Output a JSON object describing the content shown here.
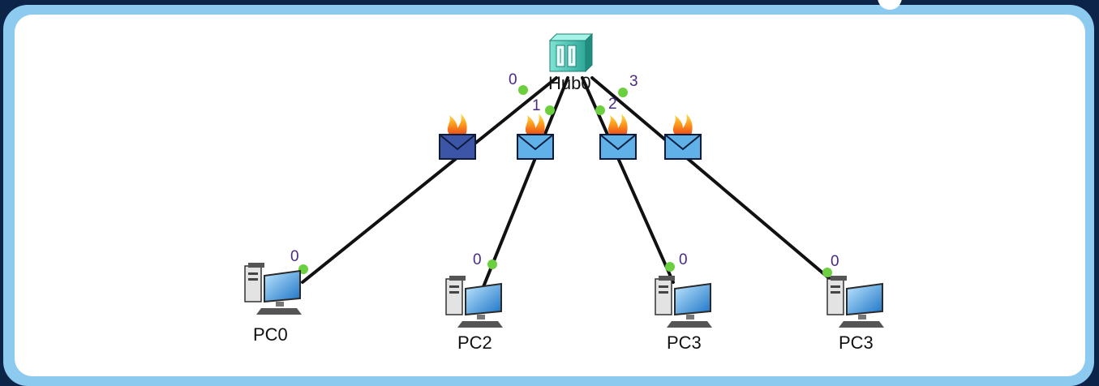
{
  "colors": {
    "background": "#0b2447",
    "frame": "#8ccbef",
    "canvas": "#ffffff",
    "link": "#111111",
    "link_light": "#6ccf3f",
    "port_text": "#4a2a83",
    "pdu_selected": "#3d55a6",
    "pdu_normal": "#5fb1e8"
  },
  "hub": {
    "label": "Hub0",
    "icon": "hub-icon"
  },
  "hub_ports": [
    "0",
    "1",
    "2",
    "3"
  ],
  "devices": [
    {
      "label": "PC0",
      "port": "0",
      "icon": "pc-icon"
    },
    {
      "label": "PC2",
      "port": "0",
      "icon": "pc-icon"
    },
    {
      "label": "PC3",
      "port": "0",
      "icon": "pc-icon"
    },
    {
      "label": "PC3",
      "port": "0",
      "icon": "pc-icon"
    }
  ],
  "pdus": [
    {
      "icon": "burning-envelope-icon",
      "state": "selected"
    },
    {
      "icon": "burning-envelope-icon",
      "state": "normal"
    },
    {
      "icon": "burning-envelope-icon",
      "state": "normal"
    },
    {
      "icon": "burning-envelope-icon",
      "state": "normal"
    }
  ]
}
